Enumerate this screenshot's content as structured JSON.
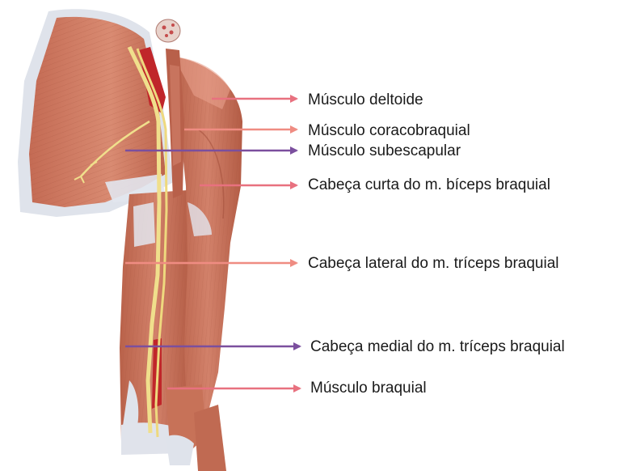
{
  "labels": [
    {
      "id": "deltoide",
      "text": "Músculo deltoide",
      "arrow_color": "#e8717f"
    },
    {
      "id": "coracobraquial",
      "text": "Músculo coracobraquial",
      "arrow_color": "#ef8c82"
    },
    {
      "id": "subescapular",
      "text": "Músculo subescapular",
      "arrow_color": "#7b4f9e"
    },
    {
      "id": "biceps-curta",
      "text": "Cabeça curta do m. bíceps braquial",
      "arrow_color": "#e8717f"
    },
    {
      "id": "triceps-lateral",
      "text": "Cabeça lateral do m. tríceps braquial",
      "arrow_color": "#ef8c82"
    },
    {
      "id": "triceps-medial",
      "text": "Cabeça medial do m. tríceps braquial",
      "arrow_color": "#7b4f9e"
    },
    {
      "id": "braquial",
      "text": "Músculo braquial",
      "arrow_color": "#e8717f"
    }
  ],
  "colors": {
    "muscle": "#c9735a",
    "muscle_dark": "#a9523d",
    "muscle_light": "#dc917a",
    "tendon": "#dfe2ea",
    "nerve": "#f0df8c",
    "artery": "#c0262a"
  }
}
